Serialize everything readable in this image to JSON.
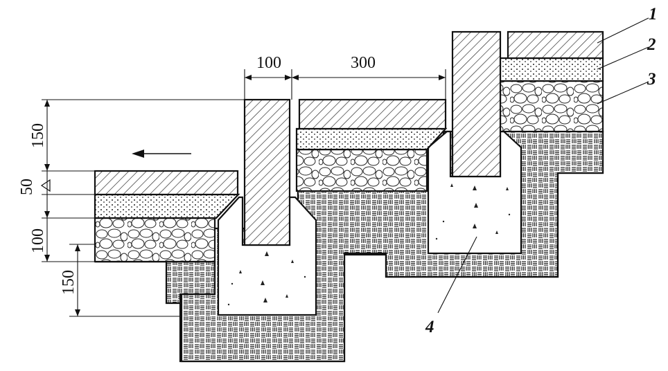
{
  "diagram": {
    "dimensions": {
      "top_width_a": "100",
      "top_width_b": "300",
      "left_h1": "150",
      "left_h2": "50",
      "left_h3": "100",
      "left_h4": "150"
    },
    "callouts": {
      "c1": "1",
      "c2": "2",
      "c3": "3",
      "c4": "4"
    }
  }
}
